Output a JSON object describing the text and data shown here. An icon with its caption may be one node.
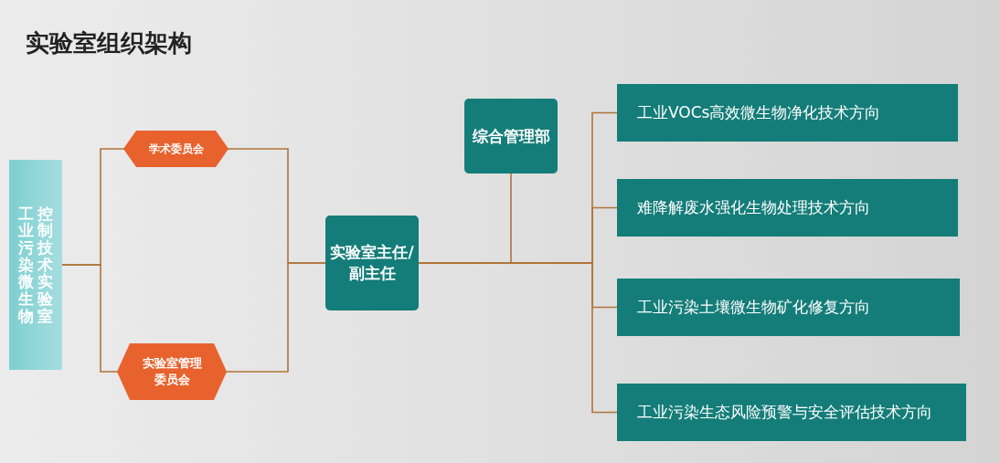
{
  "diagram": {
    "title": "实验室组织架构",
    "nodes": [
      {
        "text": [
          "工业污染微生物控制技术实验室"
        ]
      },
      {
        "text": [
          "学术委员会"
        ]
      },
      {
        "text": [
          "实验室管理委员会"
        ]
      },
      {
        "text": [
          "实验室主任/副主任"
        ]
      },
      {
        "text": [
          "综合管理部"
        ]
      },
      {
        "text": [
          "工业VOCs高效微生物净化技术方向"
        ]
      },
      {
        "text": [
          "难降解废水强化生物处理技术方向"
        ]
      },
      {
        "text": [
          "工业污染土壤微生物矿化修复方向"
        ]
      },
      {
        "text": [
          "工业污染生态风险预警与安全评估技术方向"
        ]
      }
    ],
    "edges": [
      {
        "from": 0,
        "to": 1,
        "arrow": "none"
      },
      {
        "from": 0,
        "to": 2,
        "arrow": "none"
      },
      {
        "from": 1,
        "to": 3,
        "arrow": "none"
      },
      {
        "from": 2,
        "to": 3,
        "arrow": "none"
      },
      {
        "from": 3,
        "to": 4,
        "arrow": "none"
      },
      {
        "from": 3,
        "to": 5,
        "arrow": "none"
      },
      {
        "from": 3,
        "to": 6,
        "arrow": "none"
      },
      {
        "from": 3,
        "to": 7,
        "arrow": "none"
      },
      {
        "from": 3,
        "to": 8,
        "arrow": "none"
      }
    ]
  }
}
